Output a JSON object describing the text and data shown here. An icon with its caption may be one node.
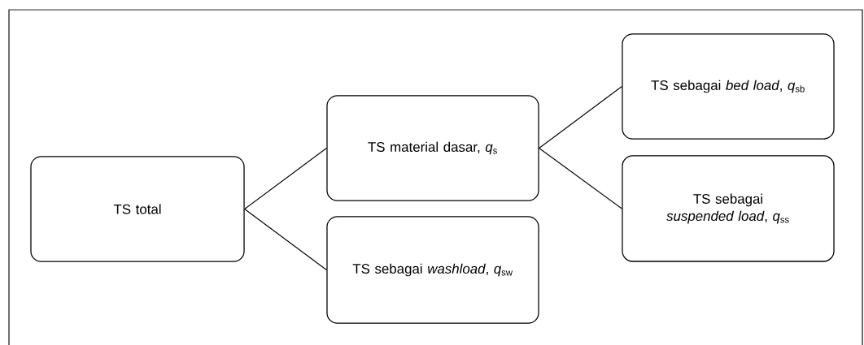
{
  "diagram": {
    "nodes": [
      {
        "text": [
          "TS total"
        ]
      },
      {
        "text": [
          "TS material dasar, *q*$_{s}$"
        ]
      },
      {
        "text": [
          "TS sebagai *washload*, *q*$_{sw}$"
        ]
      },
      {
        "text": [
          "TS sebagai *bed load*, *q*$_{sb}$"
        ]
      },
      {
        "text": [
          "TS sebagai *suspended load*, *q*$_{ss}$"
        ]
      }
    ],
    "edges": [
      {
        "from": 0,
        "to": 1,
        "arrow": "none"
      },
      {
        "from": 0,
        "to": 2,
        "arrow": "none"
      },
      {
        "from": 1,
        "to": 3,
        "arrow": "none"
      },
      {
        "from": 1,
        "to": 4,
        "arrow": "none"
      }
    ]
  }
}
